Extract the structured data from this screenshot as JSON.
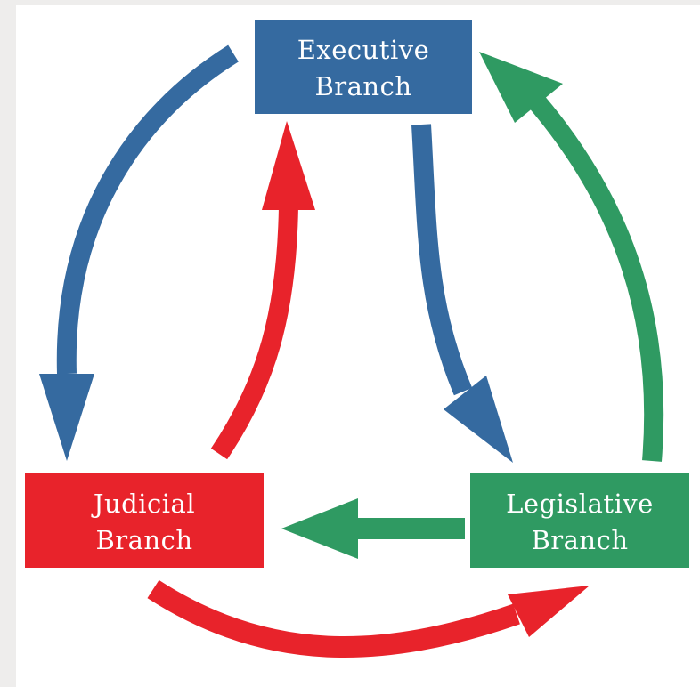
{
  "branches": {
    "executive": {
      "line1": "Executive",
      "line2": "Branch",
      "color": "#356aa0"
    },
    "judicial": {
      "line1": "Judicial",
      "line2": "Branch",
      "color": "#e8232b"
    },
    "legislative": {
      "line1": "Legislative",
      "line2": "Branch",
      "color": "#2f9a62"
    }
  },
  "arrows": [
    {
      "from": "executive",
      "to": "judicial",
      "color": "#356aa0"
    },
    {
      "from": "executive",
      "to": "legislative",
      "color": "#356aa0"
    },
    {
      "from": "judicial",
      "to": "executive",
      "color": "#e8232b"
    },
    {
      "from": "judicial",
      "to": "legislative",
      "color": "#e8232b"
    },
    {
      "from": "legislative",
      "to": "executive",
      "color": "#2f9a62"
    },
    {
      "from": "legislative",
      "to": "judicial",
      "color": "#2f9a62"
    }
  ]
}
